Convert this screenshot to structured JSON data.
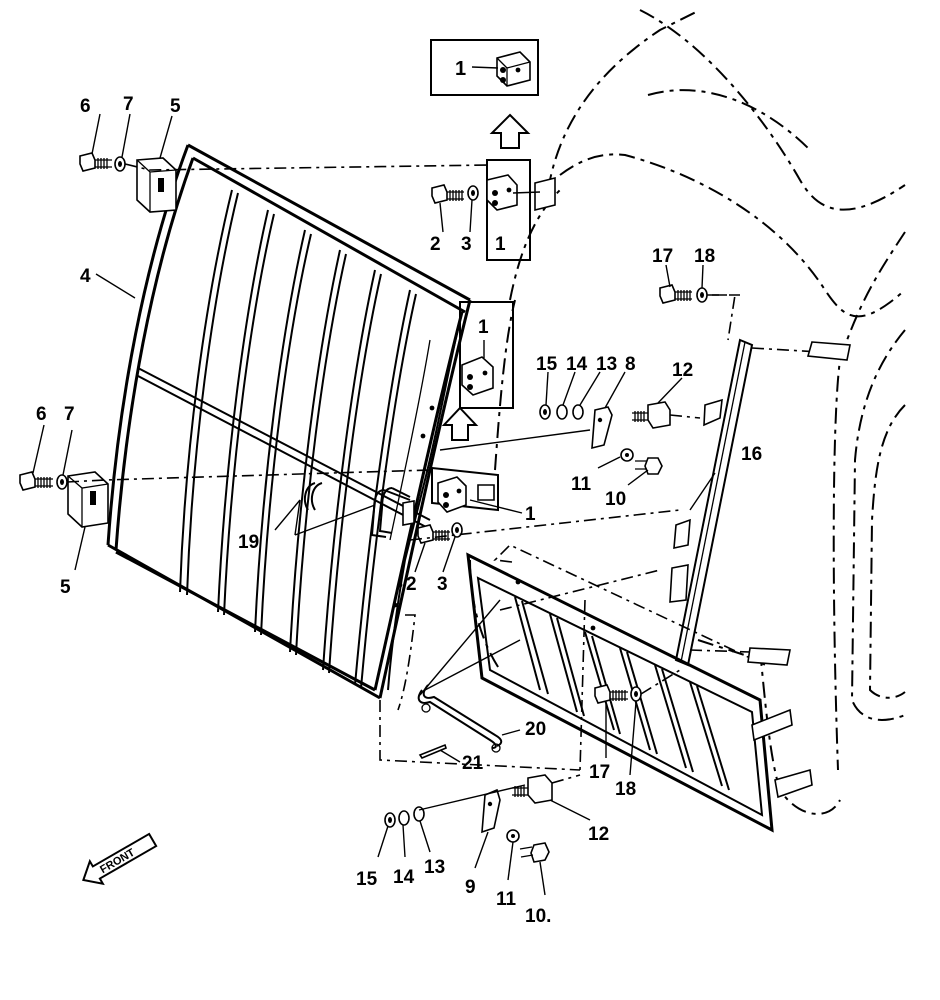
{
  "diagram": {
    "callouts": {
      "inset_top": "1",
      "top_left_bolt": "6",
      "top_left_washer": "7",
      "top_left_hinge": "5",
      "top_bolt": "2",
      "top_washer": "3",
      "top_latch": "1",
      "screen": "4",
      "mid_inset": "1",
      "left_bolt": "6",
      "left_washer": "7",
      "left_hinge": "5",
      "cab_bolt": "17",
      "cab_washer": "18",
      "nut_15_upper": "15",
      "washer_14_upper": "14",
      "washer_13_upper": "13",
      "bracket_8": "8",
      "bracket_12_upper": "12",
      "rod_16": "16",
      "washer_11_upper": "11",
      "bolt_10_upper": "10",
      "latch_lower": "1",
      "handle_19": "19",
      "bolt_2_lower": "2",
      "washer_3_lower": "3",
      "rod_20": "20",
      "pin_21": "21",
      "bolt_17_lower": "17",
      "washer_18_lower": "18",
      "bracket_12_lower": "12",
      "nut_15_lower": "15",
      "washer_14_lower": "14",
      "washer_13_lower": "13",
      "bracket_9": "9",
      "washer_11_lower": "11",
      "bolt_10_lower": "10."
    },
    "front_label": "FRONT"
  }
}
